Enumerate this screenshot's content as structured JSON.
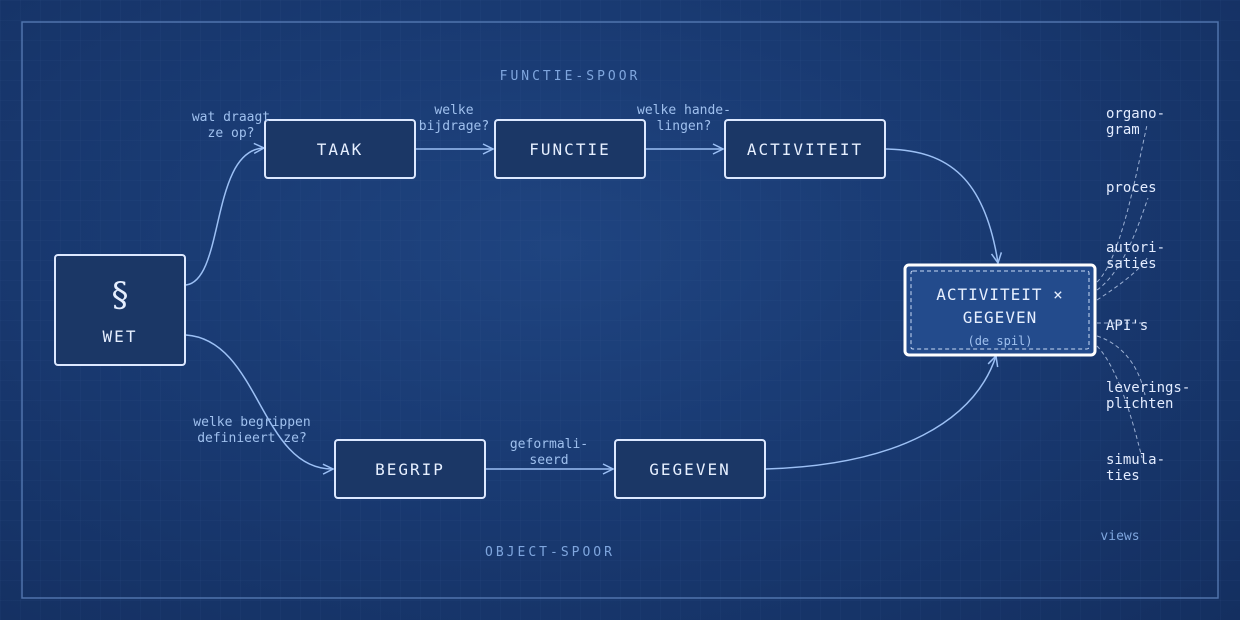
{
  "tracks": {
    "top": "FUNCTIE-SPOOR",
    "bottom": "OBJECT-SPOOR"
  },
  "nodes": {
    "wet": {
      "symbol": "§",
      "label": "WET"
    },
    "taak": "TAAK",
    "functie": "FUNCTIE",
    "activiteit": "ACTIVITEIT",
    "begrip": "BEGRIP",
    "gegeven": "GEGEVEN",
    "pivot": {
      "line1": "ACTIVITEIT ×",
      "line2": "GEGEVEN",
      "sub": "(de spil)"
    }
  },
  "edge_labels": {
    "wet_taak": [
      "wat draagt",
      "ze op?"
    ],
    "taak_functie": [
      "welke",
      "bijdrage?"
    ],
    "functie_activiteit": [
      "welke hande-",
      "lingen?"
    ],
    "wet_begrip": [
      "welke begrippen",
      "definieert ze?"
    ],
    "begrip_gegeven": [
      "geformali-",
      "seerd"
    ]
  },
  "views": {
    "label": "views",
    "items": [
      [
        "organo-",
        "gram"
      ],
      [
        "proces"
      ],
      [
        "autori-",
        "saties"
      ],
      [
        "API's"
      ],
      [
        "leverings-",
        "plichten"
      ],
      [
        "simula-",
        "ties"
      ]
    ]
  },
  "colors": {
    "background": "#1a3a72",
    "box_fill": "#1b3766",
    "box_stroke": "#dce8ff",
    "pivot_fill": "#234b8c",
    "edge": "#9cc0f5",
    "label": "#9fc0ee"
  }
}
